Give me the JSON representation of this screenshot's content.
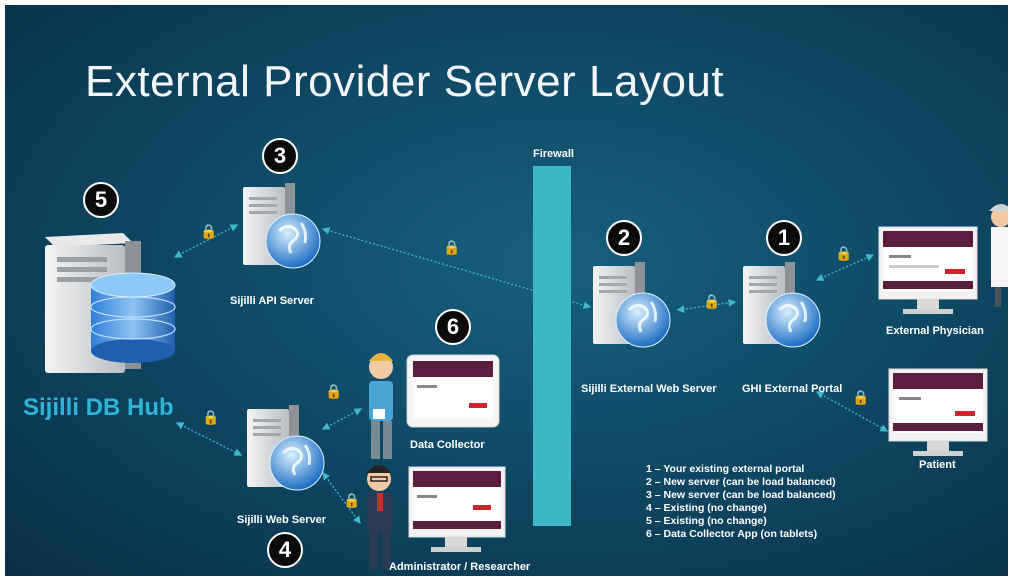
{
  "title": "External Provider Server Layout",
  "firewall_label": "Firewall",
  "hub_label": "Sijilli DB Hub",
  "markers": [
    "1",
    "2",
    "3",
    "4",
    "5",
    "6"
  ],
  "nodes": {
    "api_server": "Sijilli API Server",
    "external_web_server": "Sijilli External Web Server",
    "ghi_portal": "GHI External Portal",
    "web_server": "Sijilli Web Server",
    "external_physician": "External Physician",
    "patient": "Patient",
    "data_collector": "Data Collector",
    "administrator": "Administrator / Researcher"
  },
  "legend": [
    "1 – Your existing external portal",
    "2 – New server (can be load balanced)",
    "3 – New server (can be load balanced)",
    "4 – Existing (no change)",
    "5 – Existing (no change)",
    "6 – Data Collector App (on tablets)"
  ],
  "colors": {
    "accent": "#2fb3d6",
    "firewall": "#3db7c3",
    "lock": "#f4c21c"
  },
  "icons": [
    "server-icon",
    "globe-icon",
    "database-icon",
    "lock-icon",
    "monitor-icon",
    "tablet-icon",
    "doctor-icon",
    "person-icon"
  ]
}
